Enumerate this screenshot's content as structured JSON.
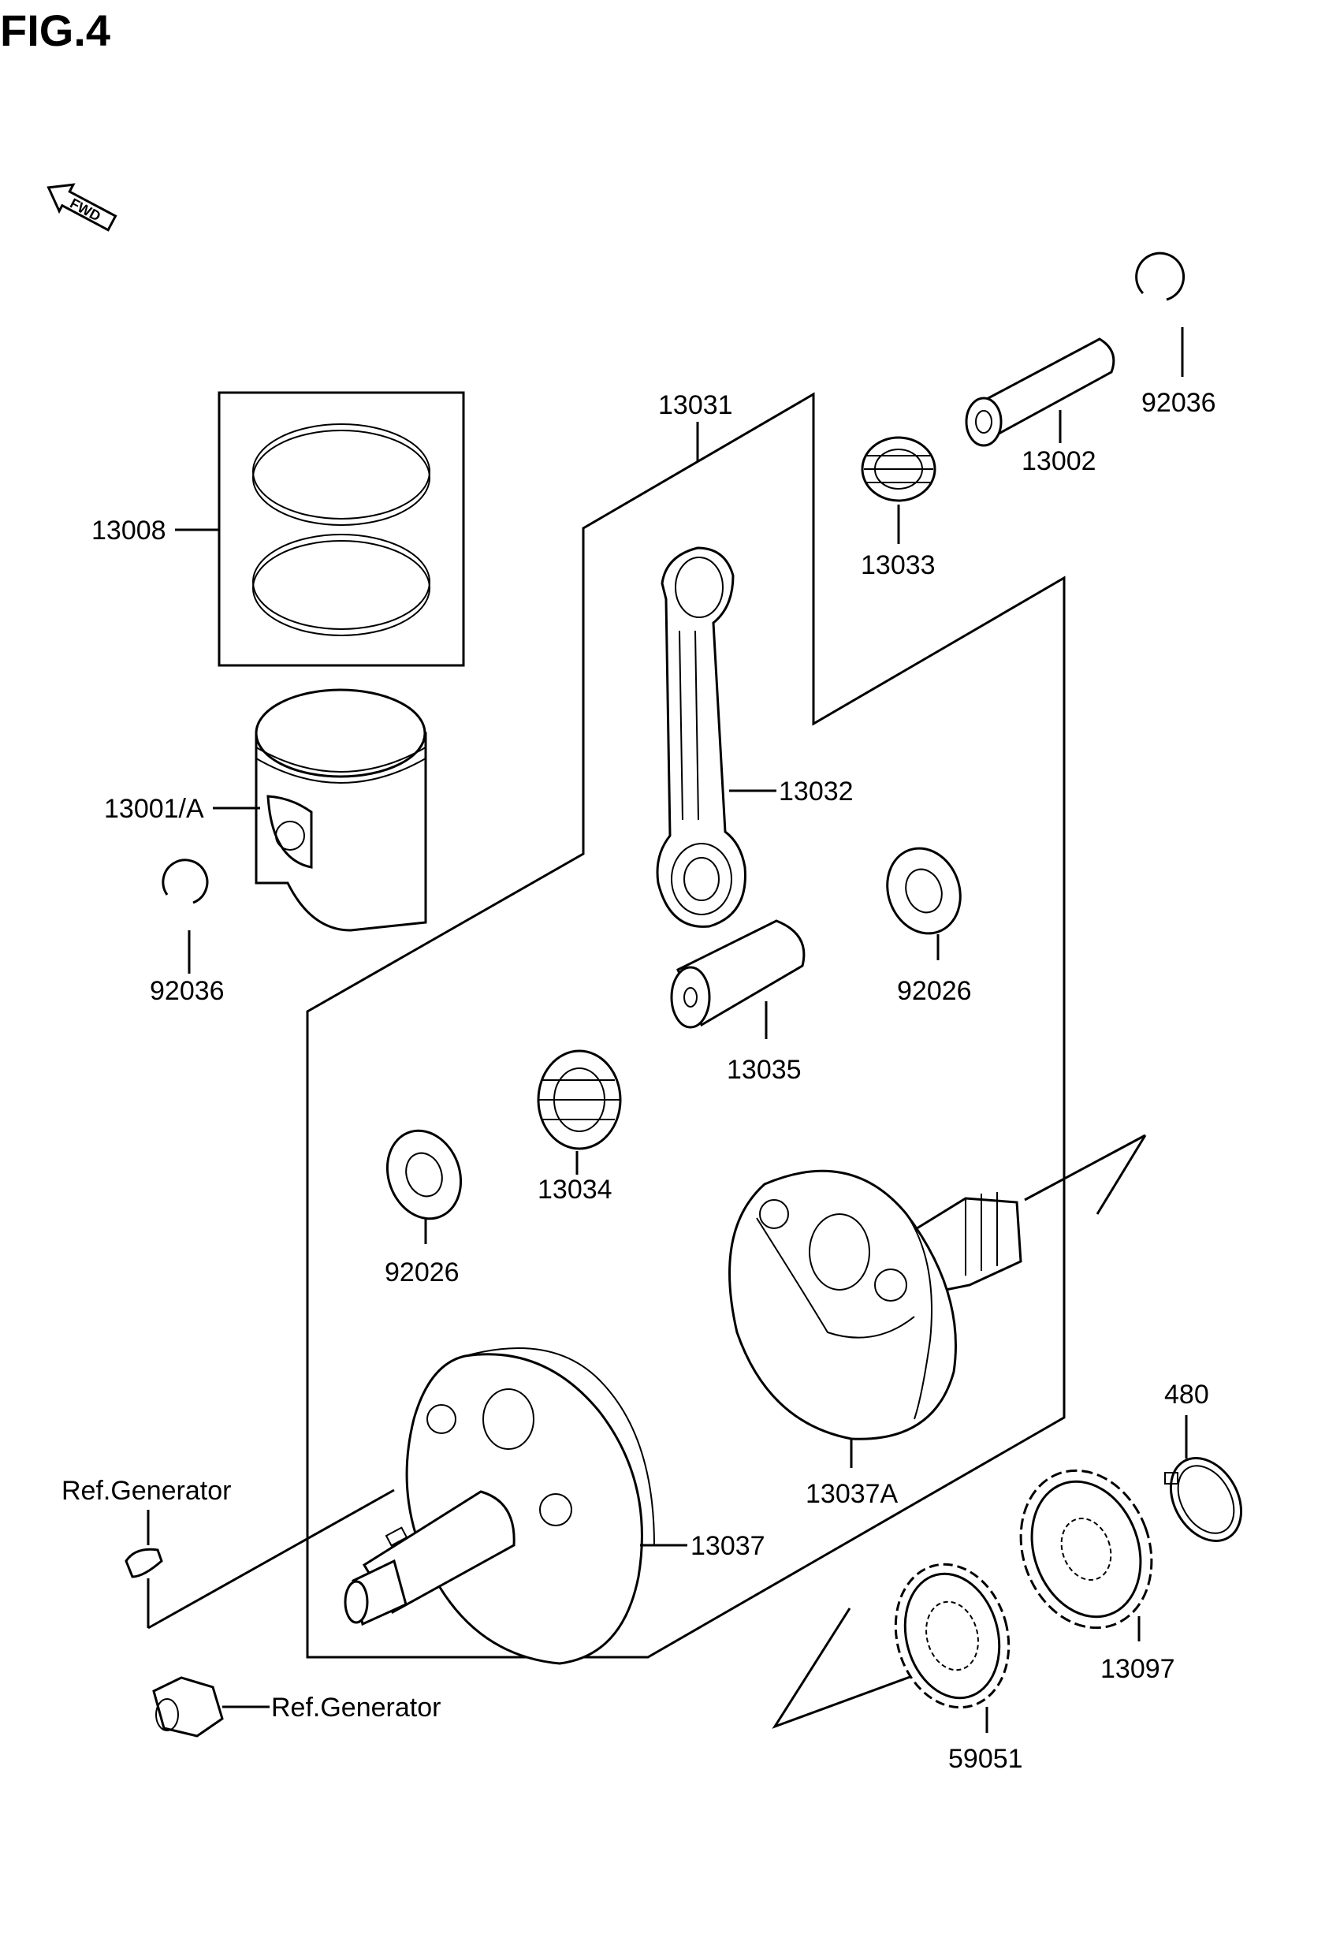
{
  "figure": {
    "title": "FIG.4",
    "fwd": "FWD"
  },
  "labels": {
    "p13008": "13008",
    "p13001a": "13001/A",
    "p92036_left": "92036",
    "p13031": "13031",
    "p13033": "13033",
    "p13002": "13002",
    "p92036_right": "92036",
    "p13032": "13032",
    "p92026_right": "92026",
    "p13035": "13035",
    "p13034": "13034",
    "p92026_left": "92026",
    "p13037a": "13037A",
    "p13037": "13037",
    "p480": "480",
    "p13097": "13097",
    "p59051": "59051",
    "ref_key": "Ref.Generator",
    "ref_nut": "Ref.Generator"
  }
}
